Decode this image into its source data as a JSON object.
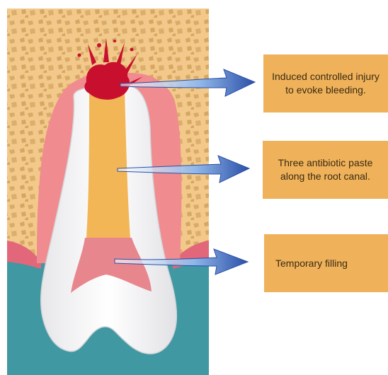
{
  "labels": {
    "injury": {
      "line1": "Induced controlled injury",
      "line2": "to evoke bleeding."
    },
    "paste": {
      "line1": "Three antibiotic paste",
      "line2": "along the root canal."
    },
    "filling": {
      "line1": "Temporary filling"
    }
  },
  "colors": {
    "bone": "#f2c98a",
    "bone_pore": "#d6a763",
    "gum": "#f08b8f",
    "gum_dark": "#d9455b",
    "tissue": "#3f98a2",
    "enamel": "#f7f7f7",
    "pulp_paste": "#f2b656",
    "filling": "#e8868e",
    "blood": "#c8102e",
    "box": "#efb25a",
    "arrow": "#3d5fb8"
  }
}
